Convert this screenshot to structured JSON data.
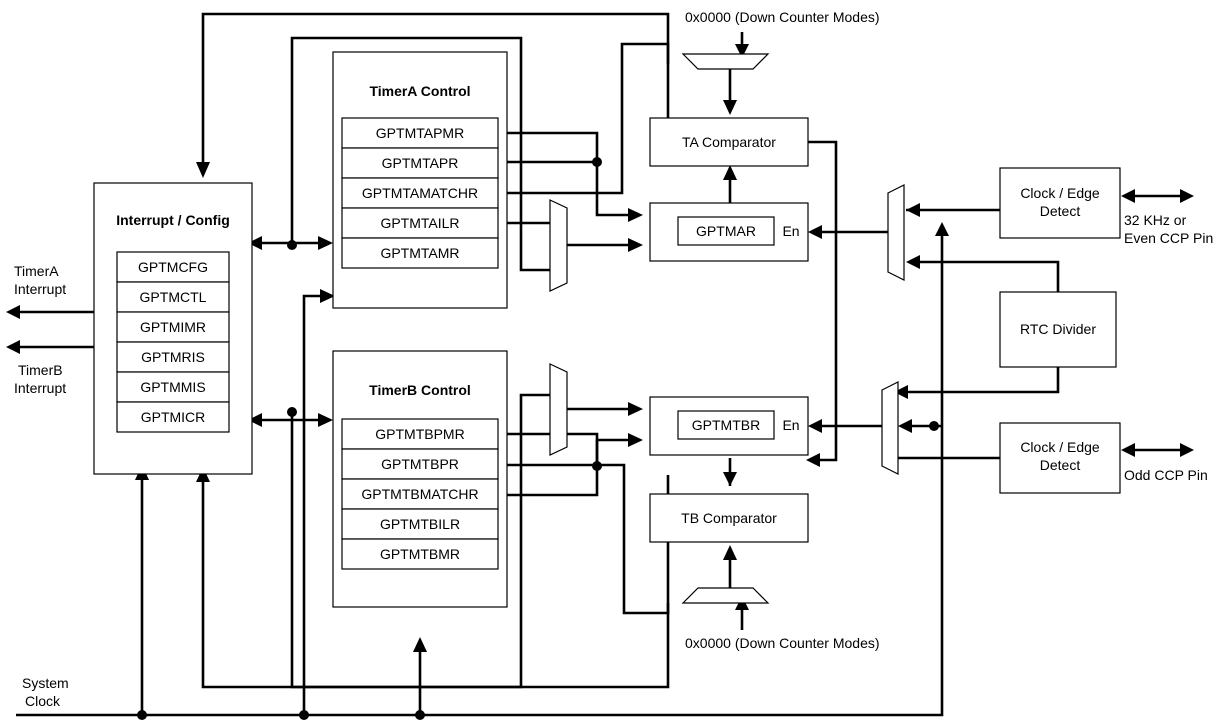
{
  "labels": {
    "top_zero": "0x0000 (Down Counter Modes)",
    "bottom_zero": "0x0000 (Down Counter Modes)",
    "timera_interrupt": [
      "TimerA",
      "Interrupt"
    ],
    "timerb_interrupt": [
      "TimerB",
      "Interrupt"
    ],
    "system_clock": [
      "System",
      "Clock"
    ],
    "even_pin": [
      "32 KHz or",
      "Even CCP Pin"
    ],
    "odd_pin": "Odd CCP Pin",
    "en_a": "En",
    "en_b": "En"
  },
  "interrupt_config": {
    "title": "Interrupt / Config",
    "registers": [
      "GPTMCFG",
      "GPTMCTL",
      "GPTMIMR",
      "GPTMRIS",
      "GPTMMIS",
      "GPTMICR"
    ]
  },
  "timera_control": {
    "title": "TimerA Control",
    "registers": [
      "GPTMTAPMR",
      "GPTMTAPR",
      "GPTMTAMATCHR",
      "GPTMTAILR",
      "GPTMTAMR"
    ]
  },
  "timerb_control": {
    "title": "TimerB Control",
    "registers": [
      "GPTMTBPMR",
      "GPTMTBPR",
      "GPTMTBMATCHR",
      "GPTMTBILR",
      "GPTMTBMR"
    ]
  },
  "ta_comparator": "TA Comparator",
  "tb_comparator": "TB Comparator",
  "gptmar": "GPTMAR",
  "gptmtbr": "GPTMTBR",
  "clock_edge_a": [
    "Clock / Edge",
    "Detect"
  ],
  "clock_edge_b": [
    "Clock / Edge",
    "Detect"
  ],
  "rtc_divider": "RTC Divider"
}
